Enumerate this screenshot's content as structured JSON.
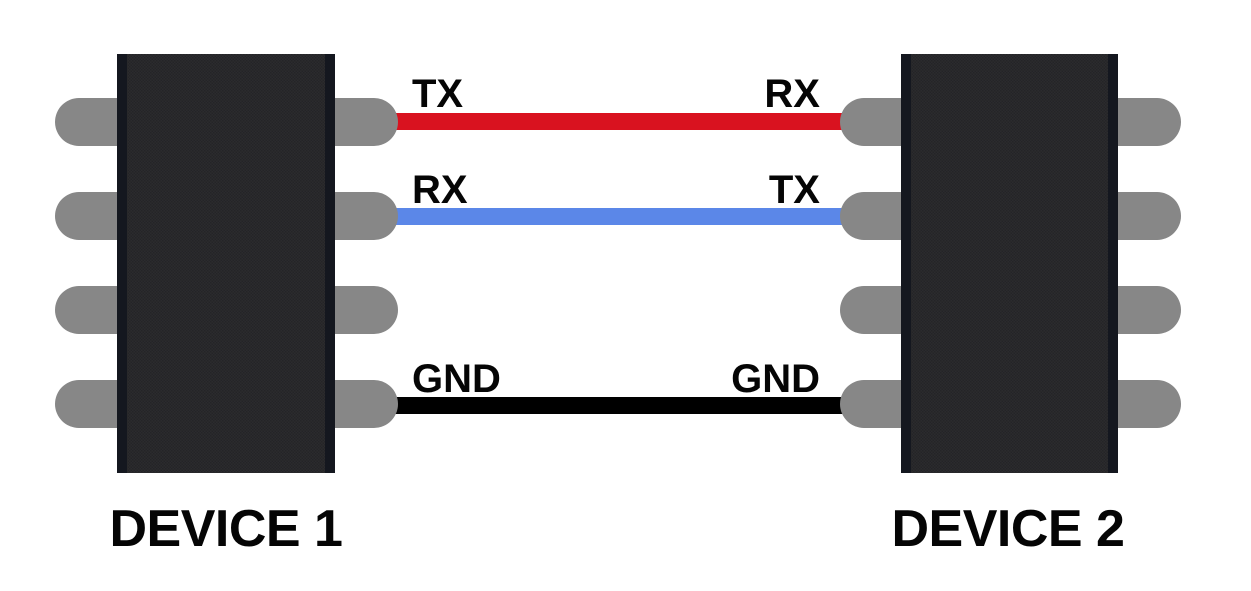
{
  "devices": [
    {
      "id": "device-1",
      "label": "DEVICE 1",
      "pins_per_side": 4
    },
    {
      "id": "device-2",
      "label": "DEVICE 2",
      "pins_per_side": 4
    }
  ],
  "connections": [
    {
      "left_label": "TX",
      "right_label": "RX",
      "color": "#d9121f"
    },
    {
      "left_label": "RX",
      "right_label": "TX",
      "color": "#5b87e8"
    },
    {
      "left_label": "GND",
      "right_label": "GND",
      "color": "#000000"
    }
  ],
  "colors": {
    "background": "#ffffff",
    "device_body": "#262629",
    "device_edge": "#14171f",
    "pin": "#878787",
    "label_text": "#050505",
    "wire_tx": "#d9121f",
    "wire_rx": "#5b87e8",
    "wire_gnd": "#000000"
  }
}
